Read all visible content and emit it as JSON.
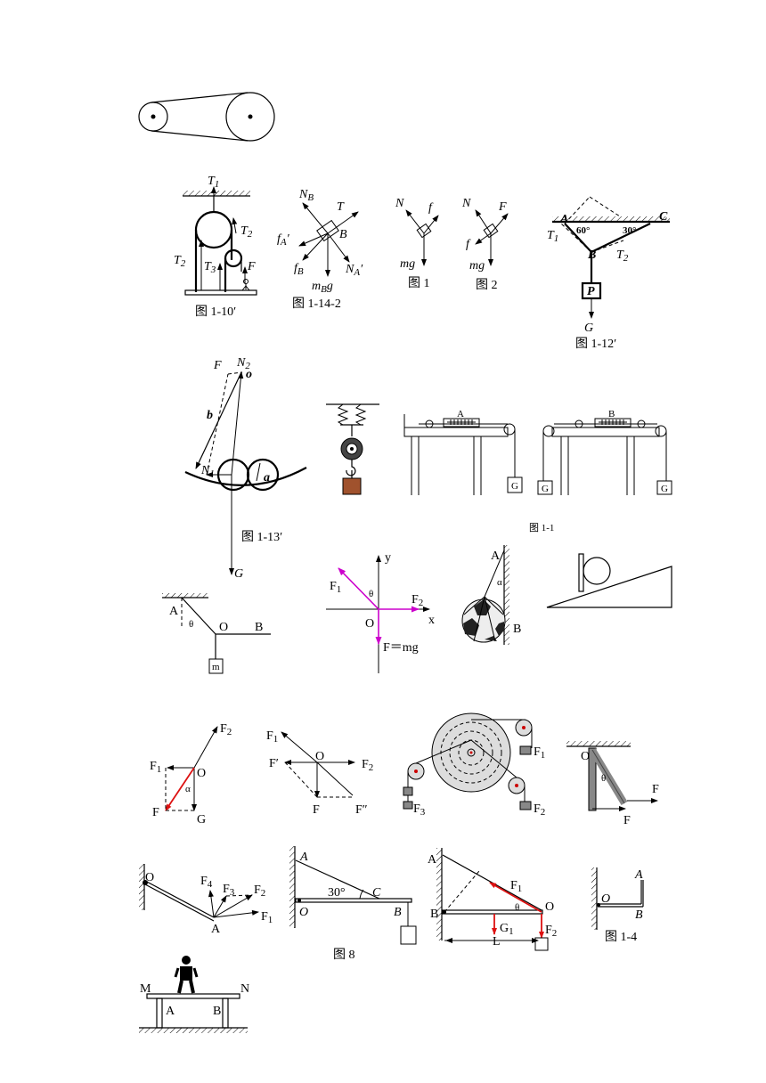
{
  "figures": {
    "belt": {},
    "pulley_1_10": {
      "T1": "T",
      "T1_sub": "1",
      "T2": "T",
      "T2_sub": "2",
      "T2b": "T",
      "T2b_sub": "2",
      "T3": "T",
      "T3_sub": "3",
      "F": "F",
      "caption": "图 1-10′"
    },
    "blockB_1_14": {
      "NB": "N",
      "NB_sub": "B",
      "T": "T",
      "fA": "f",
      "fA_sub": "A",
      "fA_prime": "′",
      "B": "B",
      "fB": "f",
      "fB_sub": "B",
      "NA": "N",
      "NA_sub": "A",
      "NA_prime": "′",
      "mBg": "m",
      "mBg_sub": "B",
      "mBg_g": "g",
      "caption": "图 1-14-2"
    },
    "fig1": {
      "N": "N",
      "f": "f",
      "mg": "mg",
      "caption": "图 1"
    },
    "fig2": {
      "N": "N",
      "F": "F",
      "f": "f",
      "mg": "mg",
      "caption": "图 2"
    },
    "fig_1_12": {
      "A": "A",
      "C": "C",
      "B": "B",
      "P": "P",
      "G": "G",
      "angle60": "60°",
      "angle30": "30°",
      "T1": "T",
      "T1_sub": "1",
      "T2": "T",
      "T2_sub": "2",
      "caption": "图 1-12′"
    },
    "fig_1_13": {
      "F": "F",
      "N2": "N",
      "N2_sub": "2",
      "o": "o",
      "b": "b",
      "a": "a",
      "N1": "N",
      "N1_sub": "1",
      "G": "G",
      "caption": "图 1-13′"
    },
    "fig_1_1": {
      "A": "A",
      "B": "B",
      "G": "G",
      "caption": "图 1-1"
    },
    "frame_AOB": {
      "A": "A",
      "theta": "θ",
      "O": "O",
      "B": "B",
      "m": "m"
    },
    "axes_forces": {
      "y": "y",
      "x": "x",
      "F1": "F",
      "F1_sub": "1",
      "F2": "F",
      "F2_sub": "2",
      "theta": "θ",
      "O": "O",
      "Fmg": "F＝mg"
    },
    "ball_wall": {
      "A": "A",
      "alpha": "α",
      "B": "B"
    },
    "decomp1": {
      "F2": "F",
      "F2_sub": "2",
      "F1": "F",
      "F1_sub": "1",
      "O": "O",
      "alpha": "α",
      "F": "F",
      "G": "G"
    },
    "decomp2": {
      "F1": "F",
      "F1_sub": "1",
      "Fp": "F′",
      "O": "O",
      "F2": "F",
      "F2_sub": "2",
      "F": "F",
      "Fpp": "F″"
    },
    "wheel": {
      "F1": "F",
      "F1_sub": "1",
      "F3": "F",
      "F3_sub": "3",
      "F2": "F",
      "F2_sub": "2"
    },
    "rod_hinge": {
      "O": "O",
      "theta": "θ",
      "F": "F",
      "F2": "F"
    },
    "rod_forces": {
      "O": "O",
      "F4": "F",
      "F4_sub": "4",
      "F3": "F",
      "F3_sub": "3",
      "F2": "F",
      "F2_sub": "2",
      "F1": "F",
      "F1_sub": "1",
      "A": "A"
    },
    "fig8": {
      "A": "A",
      "angle": "30°",
      "C": "C",
      "O": "O",
      "B": "B",
      "caption": "图 8"
    },
    "rod_weight": {
      "A": "A",
      "F1": "F",
      "F1_sub": "1",
      "theta": "θ",
      "O": "O",
      "B": "B",
      "G1": "G",
      "G1_sub": "1",
      "F2": "F",
      "F2_sub": "2",
      "L": "L"
    },
    "fig_1_4": {
      "A": "A",
      "O": "O",
      "B": "B",
      "caption": "图 1-4"
    },
    "plank": {
      "M": "M",
      "N": "N",
      "A": "A",
      "B": "B"
    }
  },
  "colors": {
    "red": "#d11",
    "magenta": "#c0c"
  }
}
